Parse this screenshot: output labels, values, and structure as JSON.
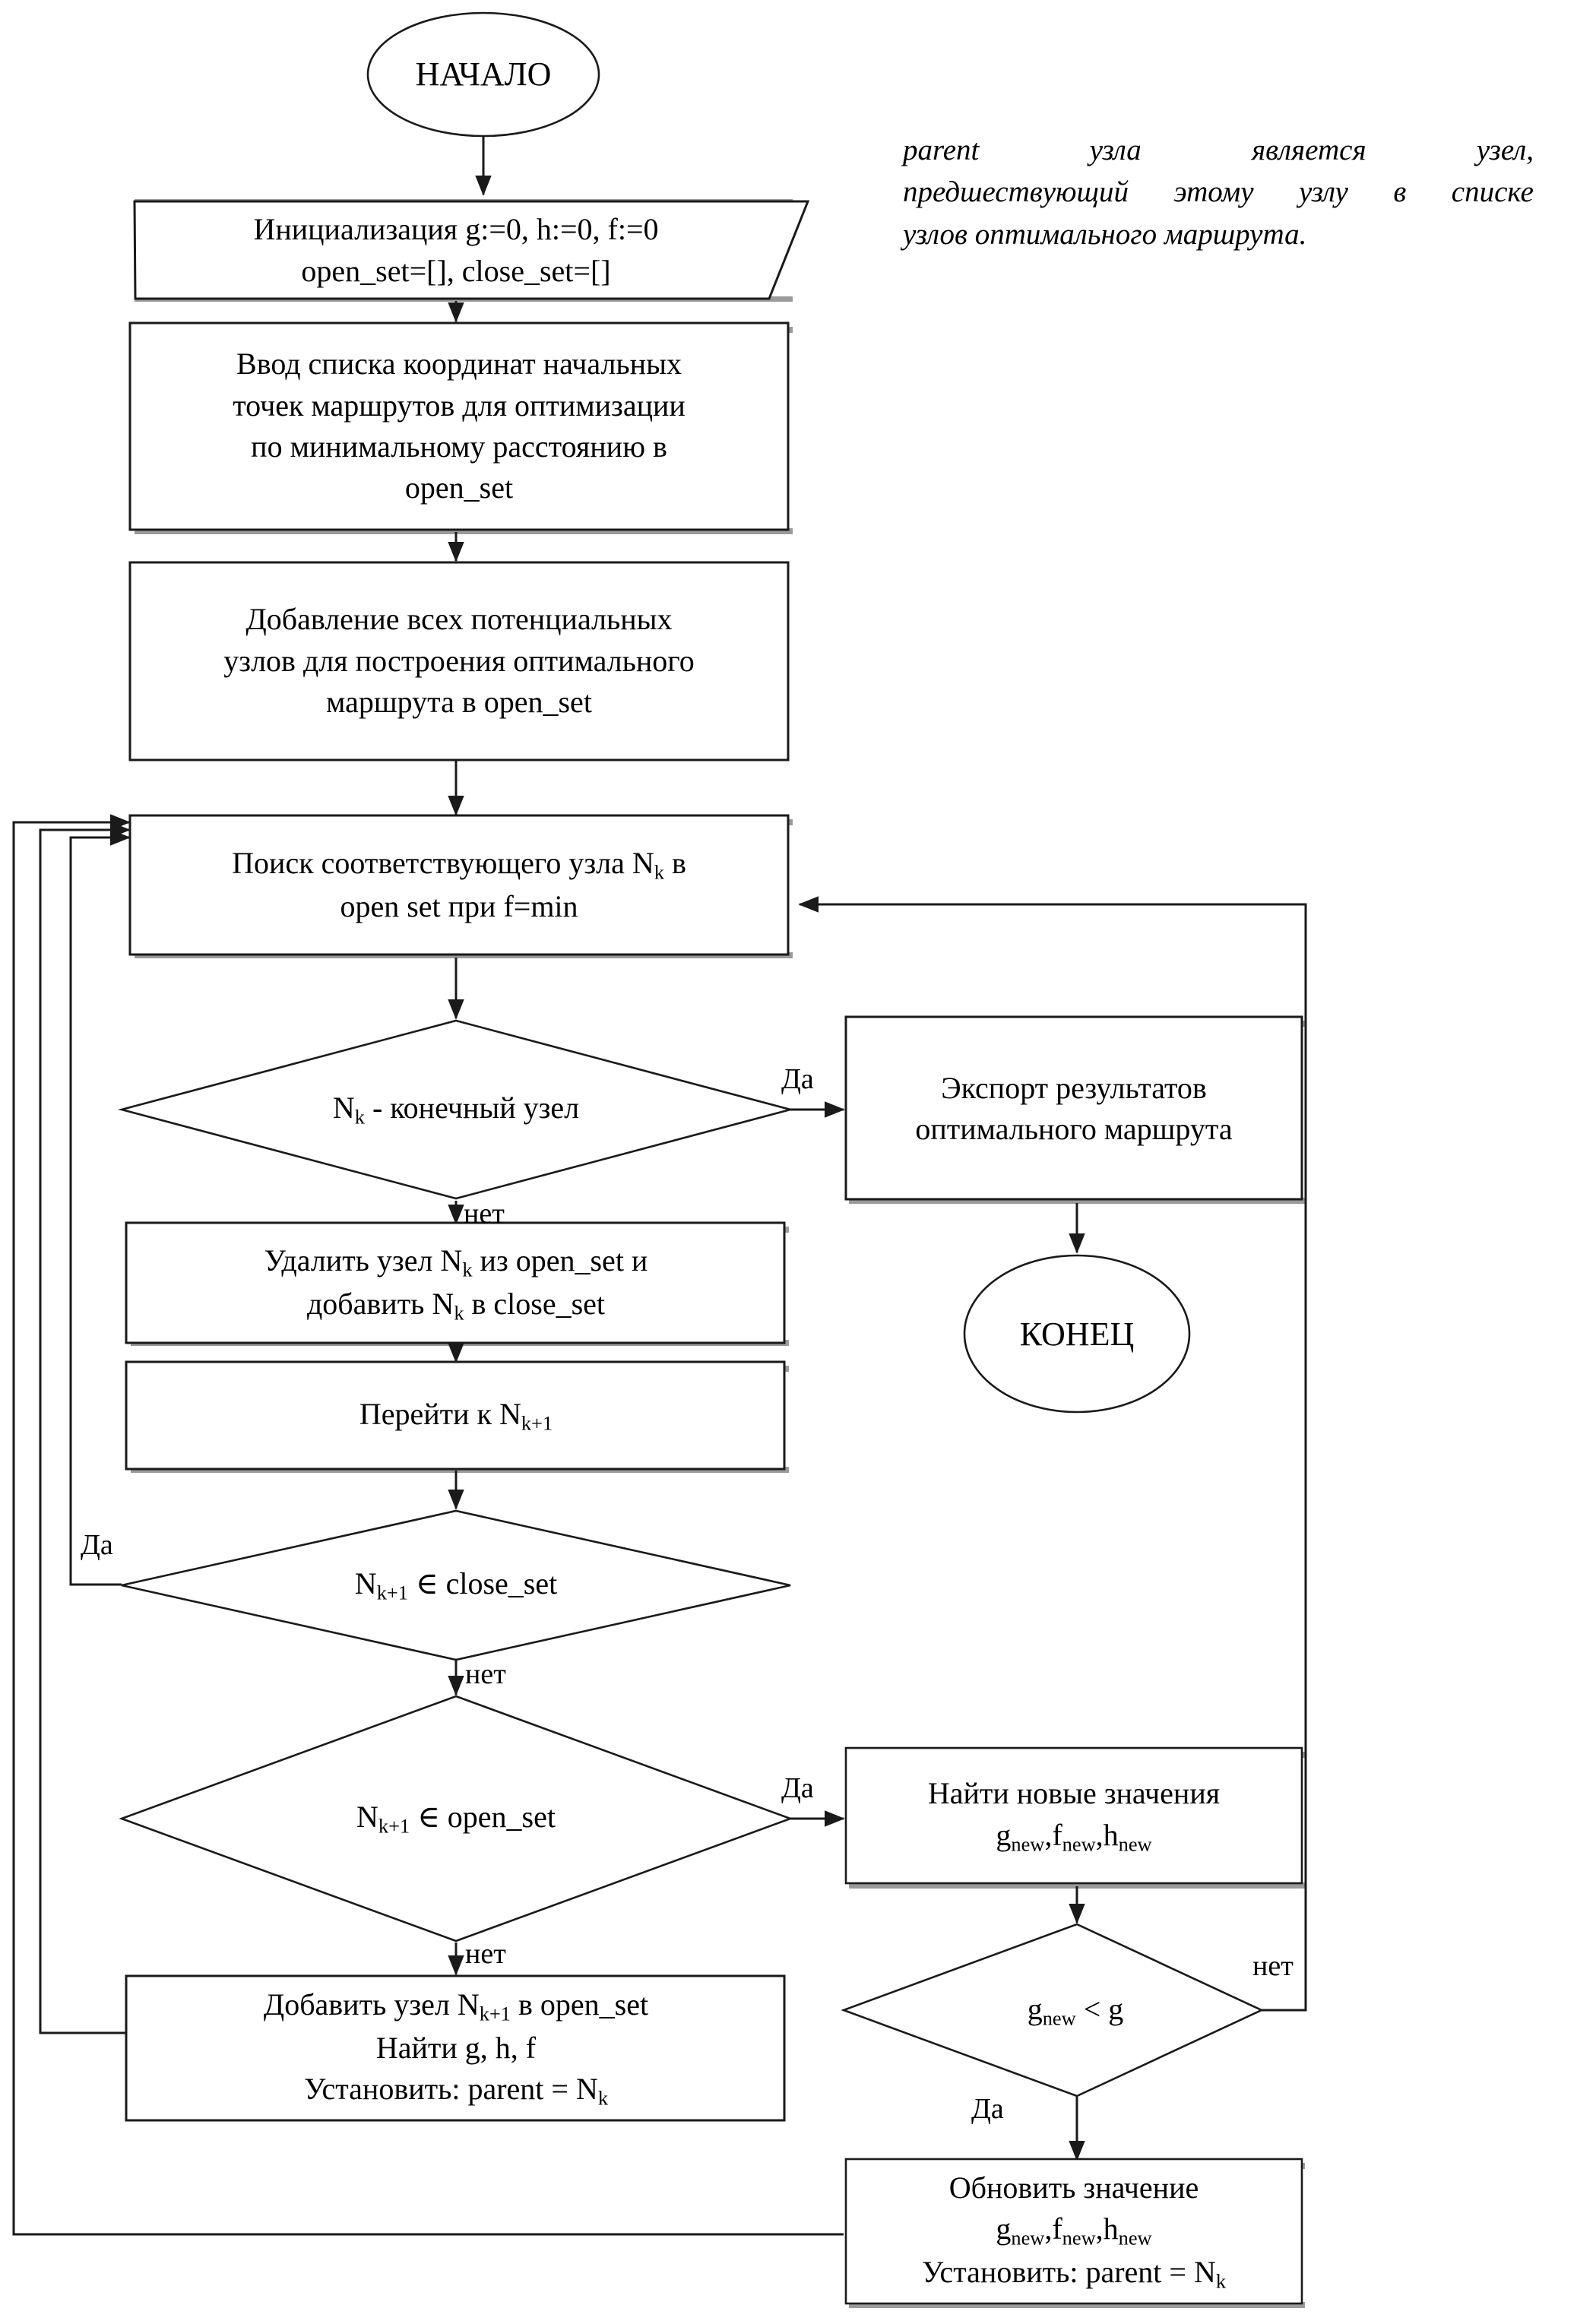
{
  "diagram": {
    "title_note": {
      "line1": "parent узла является узел,",
      "line2": "предшествующий этому узлу в списке",
      "line3": "узлов оптимального маршрута."
    },
    "nodes": {
      "start": {
        "label": "НАЧАЛО",
        "shape": "ellipse"
      },
      "init": {
        "line1": "Инициализация g:=0, h:=0, f:=0",
        "line2": "open_set=[], close_set=[]",
        "shape": "parallelogram"
      },
      "input_coords": {
        "line1": "Ввод списка координат начальных",
        "line2": "точек маршрутов для оптимизации",
        "line3": "по минимальному расстоянию в",
        "line4": "open_set",
        "shape": "process"
      },
      "add_all_nodes": {
        "line1": "Добавление всех потенциальных",
        "line2": "узлов для построения оптимального",
        "line3": "маршрута в open_set",
        "shape": "process"
      },
      "search_node": {
        "line1_a": "Поиск соответствующего узла N",
        "line1_sub": "k",
        "line1_b": " в",
        "line2": "open set при f=min",
        "shape": "process"
      },
      "is_final": {
        "prefix": "N",
        "sub": "k",
        "suffix": " - конечный узел",
        "shape": "decision"
      },
      "export": {
        "line1": "Экспорт результатов",
        "line2": "оптимального маршрута",
        "shape": "process"
      },
      "end": {
        "label": "КОНЕЦ",
        "shape": "ellipse"
      },
      "remove_node": {
        "line1_a": "Удалить узел N",
        "line1_sub": "k",
        "line1_b": " из open_set и",
        "line2_a": "добавить N",
        "line2_sub": "k",
        "line2_b": " в close_set",
        "shape": "process"
      },
      "goto_next": {
        "prefix": "Перейти к N",
        "sub": "k+1",
        "shape": "process"
      },
      "in_close_set": {
        "prefix": "N",
        "sub": "k+1",
        "suffix": " ∈ close_set",
        "shape": "decision"
      },
      "in_open_set": {
        "prefix": "N",
        "sub": "k+1",
        "suffix": " ∈ open_set",
        "shape": "decision"
      },
      "find_new_values": {
        "line1": "Найти новые значения",
        "line2_parts": [
          "g",
          "new",
          ",f",
          "new",
          ",h",
          "new"
        ],
        "shape": "process"
      },
      "add_node": {
        "line1_a": "Добавить узел N",
        "line1_sub": "k+1",
        "line1_b": " в open_set",
        "line2": "Найти g, h, f",
        "line3_a": "Установить: parent = N",
        "line3_sub": "k",
        "shape": "process"
      },
      "gnew_less_g": {
        "prefix": "g",
        "sub": "new",
        "suffix": " < g",
        "shape": "decision"
      },
      "update_values": {
        "line1": "Обновить значение",
        "line2_parts": [
          "g",
          "new",
          ",f",
          "new",
          ",h",
          "new"
        ],
        "line3_a": "Установить: parent = N",
        "line3_sub": "k",
        "shape": "process"
      }
    },
    "edge_labels": {
      "yes_final": "Да",
      "no_final": "нет",
      "yes_close_set": "Да",
      "no_close_set": "нет",
      "yes_open_set": "Да",
      "no_open_set": "нет",
      "no_gnew": "нет",
      "yes_gnew": "Да"
    },
    "colors": {
      "stroke": "#1a1a1a",
      "fill": "#ffffff",
      "shadow": "#9a9a9a",
      "text": "#000000"
    }
  }
}
